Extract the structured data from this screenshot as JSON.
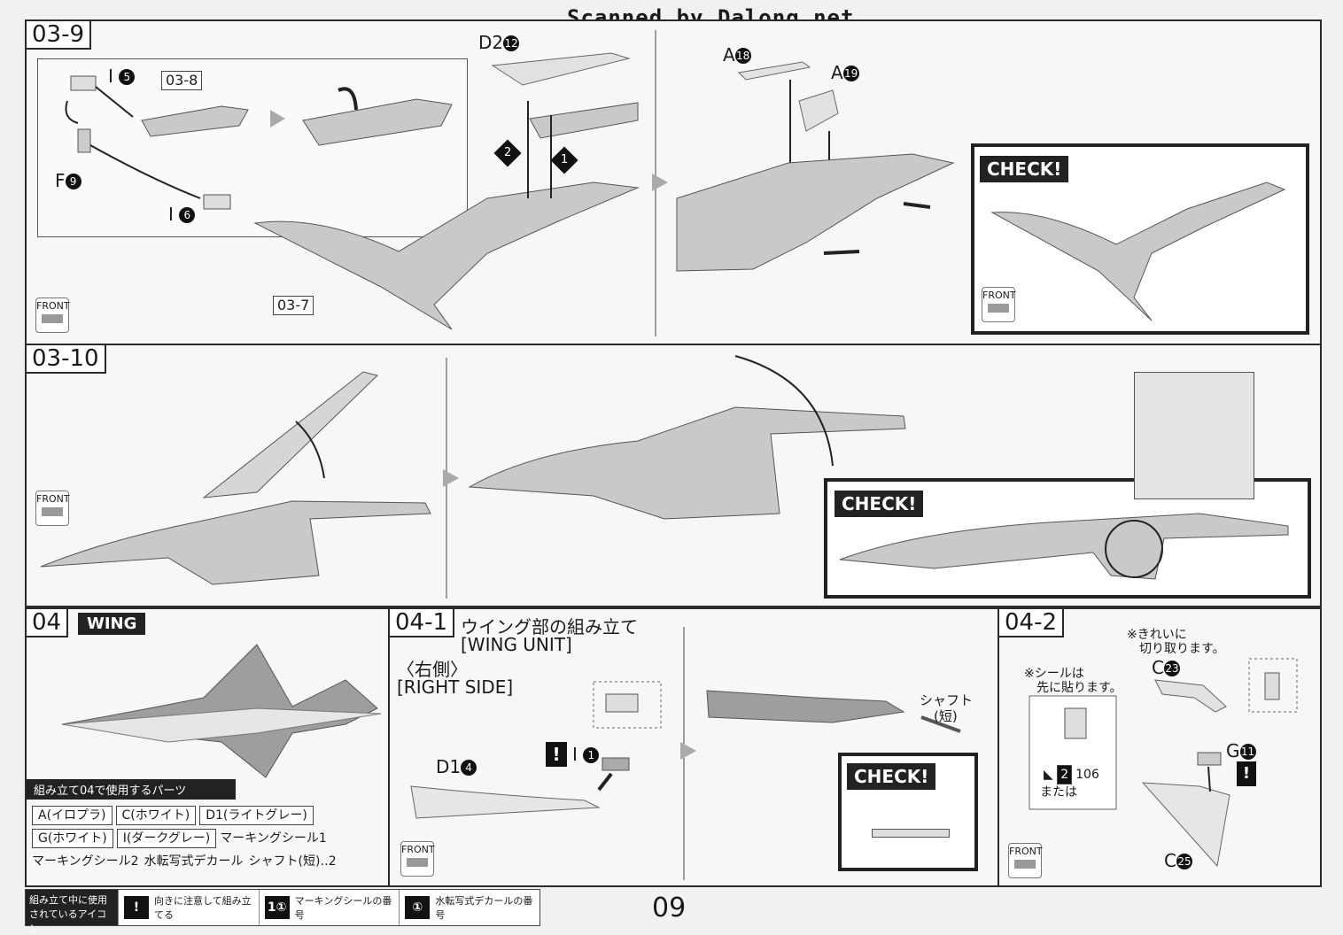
{
  "watermark": "Scanned by Dalong.net",
  "page_number": "09",
  "colors": {
    "part_fill": "#c9c9c9",
    "part_stroke": "#555555",
    "check_bg": "#222222",
    "frame": "#2a2a2a"
  },
  "steps": {
    "s0309": {
      "id": "03-9",
      "labels": {
        "i5": "I",
        "i5n": "5",
        "f9": "F",
        "f9n": "9",
        "i6": "I",
        "i6n": "6",
        "d212": "D2",
        "d212n": "12",
        "a18": "A",
        "a18n": "18",
        "a19": "A",
        "a19n": "19",
        "ref038": "03-8",
        "ref037": "03-7",
        "mark2": "2",
        "mark1": "1"
      },
      "check": "CHECK!",
      "front": "FRONT",
      "front2": "FRONT"
    },
    "s0310": {
      "id": "03-10",
      "check": "CHECK!",
      "front": "FRONT"
    },
    "s04": {
      "id": "04",
      "title": "WING",
      "parts_heading": "組み立て04で使用するパーツ",
      "parts": [
        {
          "text": "A(イロプラ)",
          "boxed": true
        },
        {
          "text": "C(ホワイト)",
          "boxed": true
        },
        {
          "text": "D1(ライトグレー)",
          "boxed": true
        },
        {
          "text": "G(ホワイト)",
          "boxed": true
        },
        {
          "text": "I(ダークグレー)",
          "boxed": true
        },
        {
          "text": "マーキングシール1",
          "boxed": false
        },
        {
          "text": "マーキングシール2",
          "boxed": false
        },
        {
          "text": "水転写式デカール",
          "boxed": false
        },
        {
          "text": "シャフト(短)‥2",
          "boxed": false
        }
      ]
    },
    "s041": {
      "id": "04-1",
      "title_jp": "ウイング部の組み立て",
      "title_en": "[WING UNIT]",
      "side_jp": "〈右側〉",
      "side_en": "[RIGHT SIDE]",
      "d14": "D1",
      "d14n": "4",
      "i1": "I",
      "i1n": "1",
      "shaft": "シャフト",
      "shaft_note": "(短)",
      "check": "CHECK!",
      "front": "FRONT"
    },
    "s042": {
      "id": "04-2",
      "note1": "※きれいに",
      "note1b": "切り取ります。",
      "note2": "※シールは",
      "note2b": "先に貼ります。",
      "c23": "C",
      "c23n": "23",
      "c25": "C",
      "c25n": "25",
      "g11": "G",
      "g11n": "11",
      "sticker_num": "2",
      "sticker_ref": "106",
      "or_text": "または",
      "front": "FRONT"
    }
  },
  "legend": {
    "heading": "組み立て中に使用されているアイコン",
    "items": [
      {
        "icon": "!",
        "text": "向きに注意して組み立てる"
      },
      {
        "icon": "1①",
        "text": "マーキングシールの番号"
      },
      {
        "icon": "①",
        "text": "水転写式デカールの番号"
      }
    ]
  }
}
